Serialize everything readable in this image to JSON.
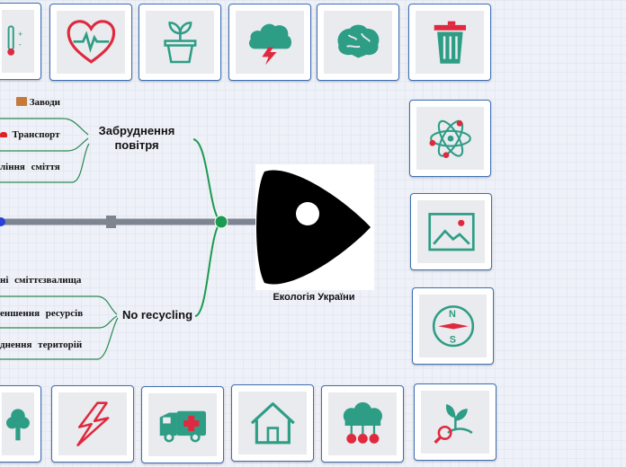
{
  "central_topic": {
    "label": "Екологія України"
  },
  "branches": [
    {
      "label": "Забруднення повітря",
      "subtopics": [
        "Заводи",
        "Транспорт",
        "ління сміття"
      ]
    },
    {
      "label": "No recycling",
      "subtopics": [
        "ні сміттєзвалища",
        "еншення ресурсів",
        "днення територій"
      ]
    }
  ],
  "colors": {
    "branch_line": "#1a9b4f",
    "spine": "#7d8591",
    "tile_border": "#3f6fb3",
    "icon": "#2e9d86",
    "accent_red": "#e0283e"
  },
  "icons_top": [
    "thermometer-icon",
    "heart-pulse-icon",
    "plant-pot-icon",
    "storm-cloud-icon",
    "brain-icon",
    "trash-can-icon"
  ],
  "icons_right": [
    "atom-icon",
    "landscape-picture-icon",
    "compass-icon"
  ],
  "icons_bottom": [
    "tree-icon",
    "lightning-icon",
    "ambulance-icon",
    "house-icon",
    "tree-cloud-icon",
    "sprout-magnifier-icon"
  ]
}
